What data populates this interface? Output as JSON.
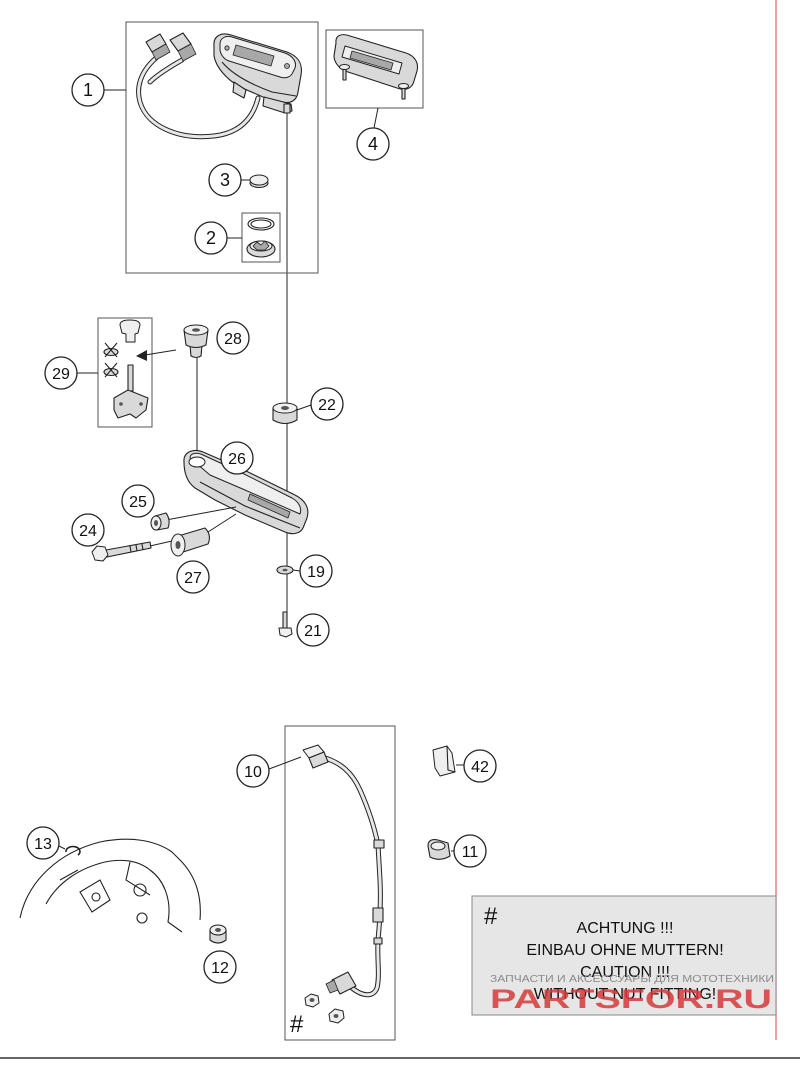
{
  "callouts": {
    "p1": "1",
    "p2": "2",
    "p3": "3",
    "p4": "4",
    "p10": "10",
    "p11": "11",
    "p12": "12",
    "p13": "13",
    "p19": "19",
    "p21": "21",
    "p22": "22",
    "p24": "24",
    "p25": "25",
    "p26": "26",
    "p27": "27",
    "p28": "28",
    "p29": "29",
    "p42": "42"
  },
  "hash_mark": "#",
  "note": {
    "symbol": "#",
    "line1": "ACHTUNG !!!",
    "line2": "EINBAU OHNE MUTTERN!",
    "line3": "CAUTION !!!",
    "line4": "WITHOUT NUT FITTING!"
  },
  "watermark": {
    "caption": "ЗАПЧАСТИ И АКСЕССУАРЫ ДЛЯ МОТОТЕХНИКИ",
    "site": "PARTSFOR.RU"
  },
  "colors": {
    "ink": "#222222",
    "part_fill": "#d9d9d9",
    "note_fill": "#e6e6e6",
    "watermark_red": "#d63a3a",
    "margin_line": "#e07070"
  }
}
